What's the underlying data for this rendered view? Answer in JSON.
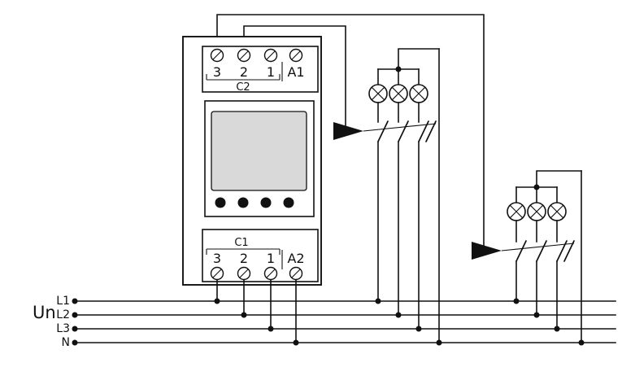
{
  "supply": {
    "label": "Un"
  },
  "power_lines": {
    "l1": "L1",
    "l2": "L2",
    "l3": "L3",
    "n": "N"
  },
  "device": {
    "type_hint": "digital time switch",
    "top_block": {
      "channel_label": "C2",
      "terminal_3": "3",
      "terminal_2": "2",
      "terminal_1": "1",
      "aux_label": "A1"
    },
    "bottom_block": {
      "channel_label": "C1",
      "terminal_3": "3",
      "terminal_2": "2",
      "terminal_1": "1",
      "aux_label": "A2"
    },
    "screen_color": "#d9d9d9",
    "button_count": 4
  },
  "lamp_groups": {
    "left": {
      "lamp_count": 3
    },
    "right": {
      "lamp_count": 3
    }
  },
  "colors": {
    "ink": "#111111"
  }
}
